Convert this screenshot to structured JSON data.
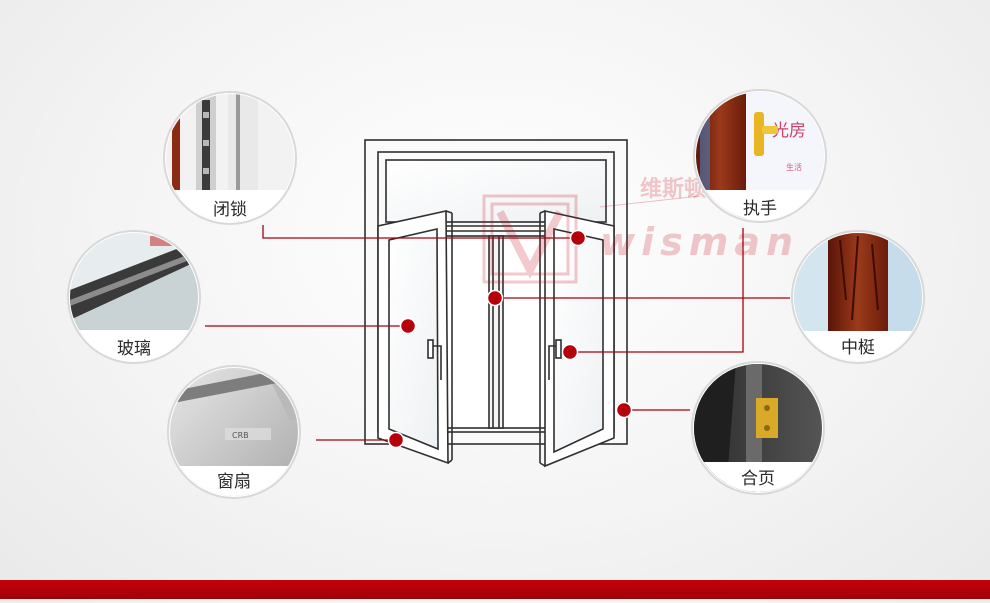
{
  "watermark": {
    "brand_cn": "维斯顿",
    "brand_en": "wisman"
  },
  "parts": [
    {
      "id": "lock",
      "label": "闭锁"
    },
    {
      "id": "glass",
      "label": "玻璃"
    },
    {
      "id": "sash",
      "label": "窗扇"
    },
    {
      "id": "handle",
      "label": "执手"
    },
    {
      "id": "mullion",
      "label": "中梃"
    },
    {
      "id": "hinge",
      "label": "合页"
    }
  ],
  "photo_overlay": {
    "handle_signage": "光房",
    "handle_signage_sub": "生活",
    "glass_spacer_print": "CRB"
  },
  "colors": {
    "accent": "#b5000c",
    "leader_line": "#a80010",
    "bottom_bar": "#b10009"
  }
}
